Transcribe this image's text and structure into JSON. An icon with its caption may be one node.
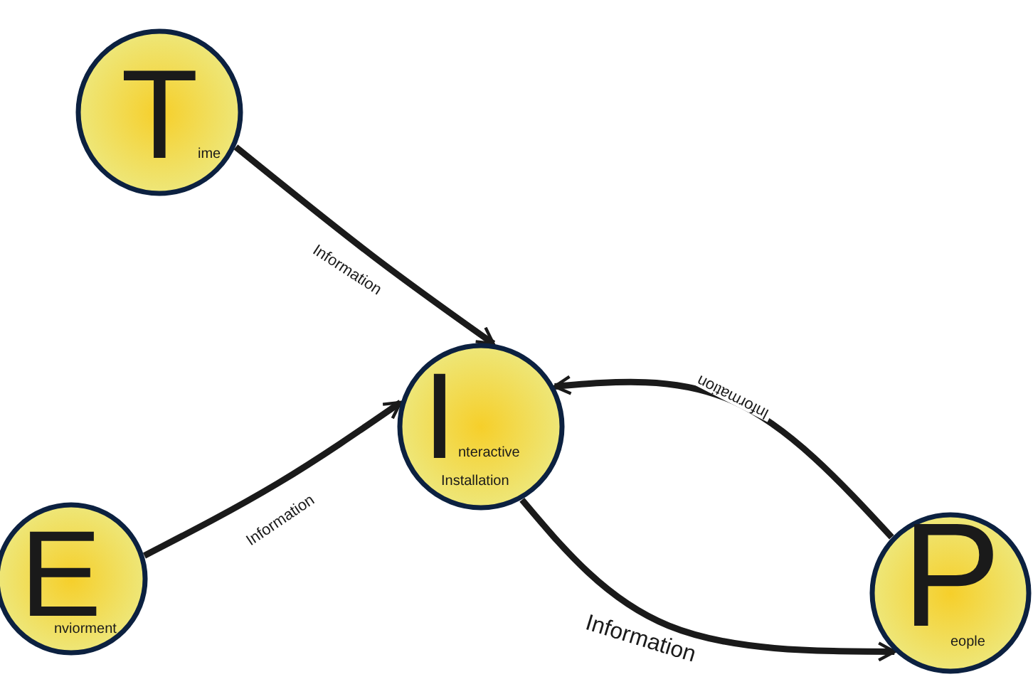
{
  "diagram": {
    "nodes": [
      {
        "text": [
          "T",
          "ime"
        ]
      },
      {
        "text": [
          "I",
          "nteractive",
          "Installation"
        ]
      },
      {
        "text": [
          "E",
          "nviorment"
        ]
      },
      {
        "text": [
          "P",
          "eople"
        ]
      }
    ],
    "edges": [
      {
        "from": 0,
        "to": 1,
        "arrow": "to",
        "label": "Information"
      },
      {
        "from": 2,
        "to": 1,
        "arrow": "to",
        "label": "Information"
      },
      {
        "from": 3,
        "to": 1,
        "arrow": "to",
        "label": "Information"
      },
      {
        "from": 1,
        "to": 3,
        "arrow": "to",
        "label": "Information"
      }
    ]
  }
}
